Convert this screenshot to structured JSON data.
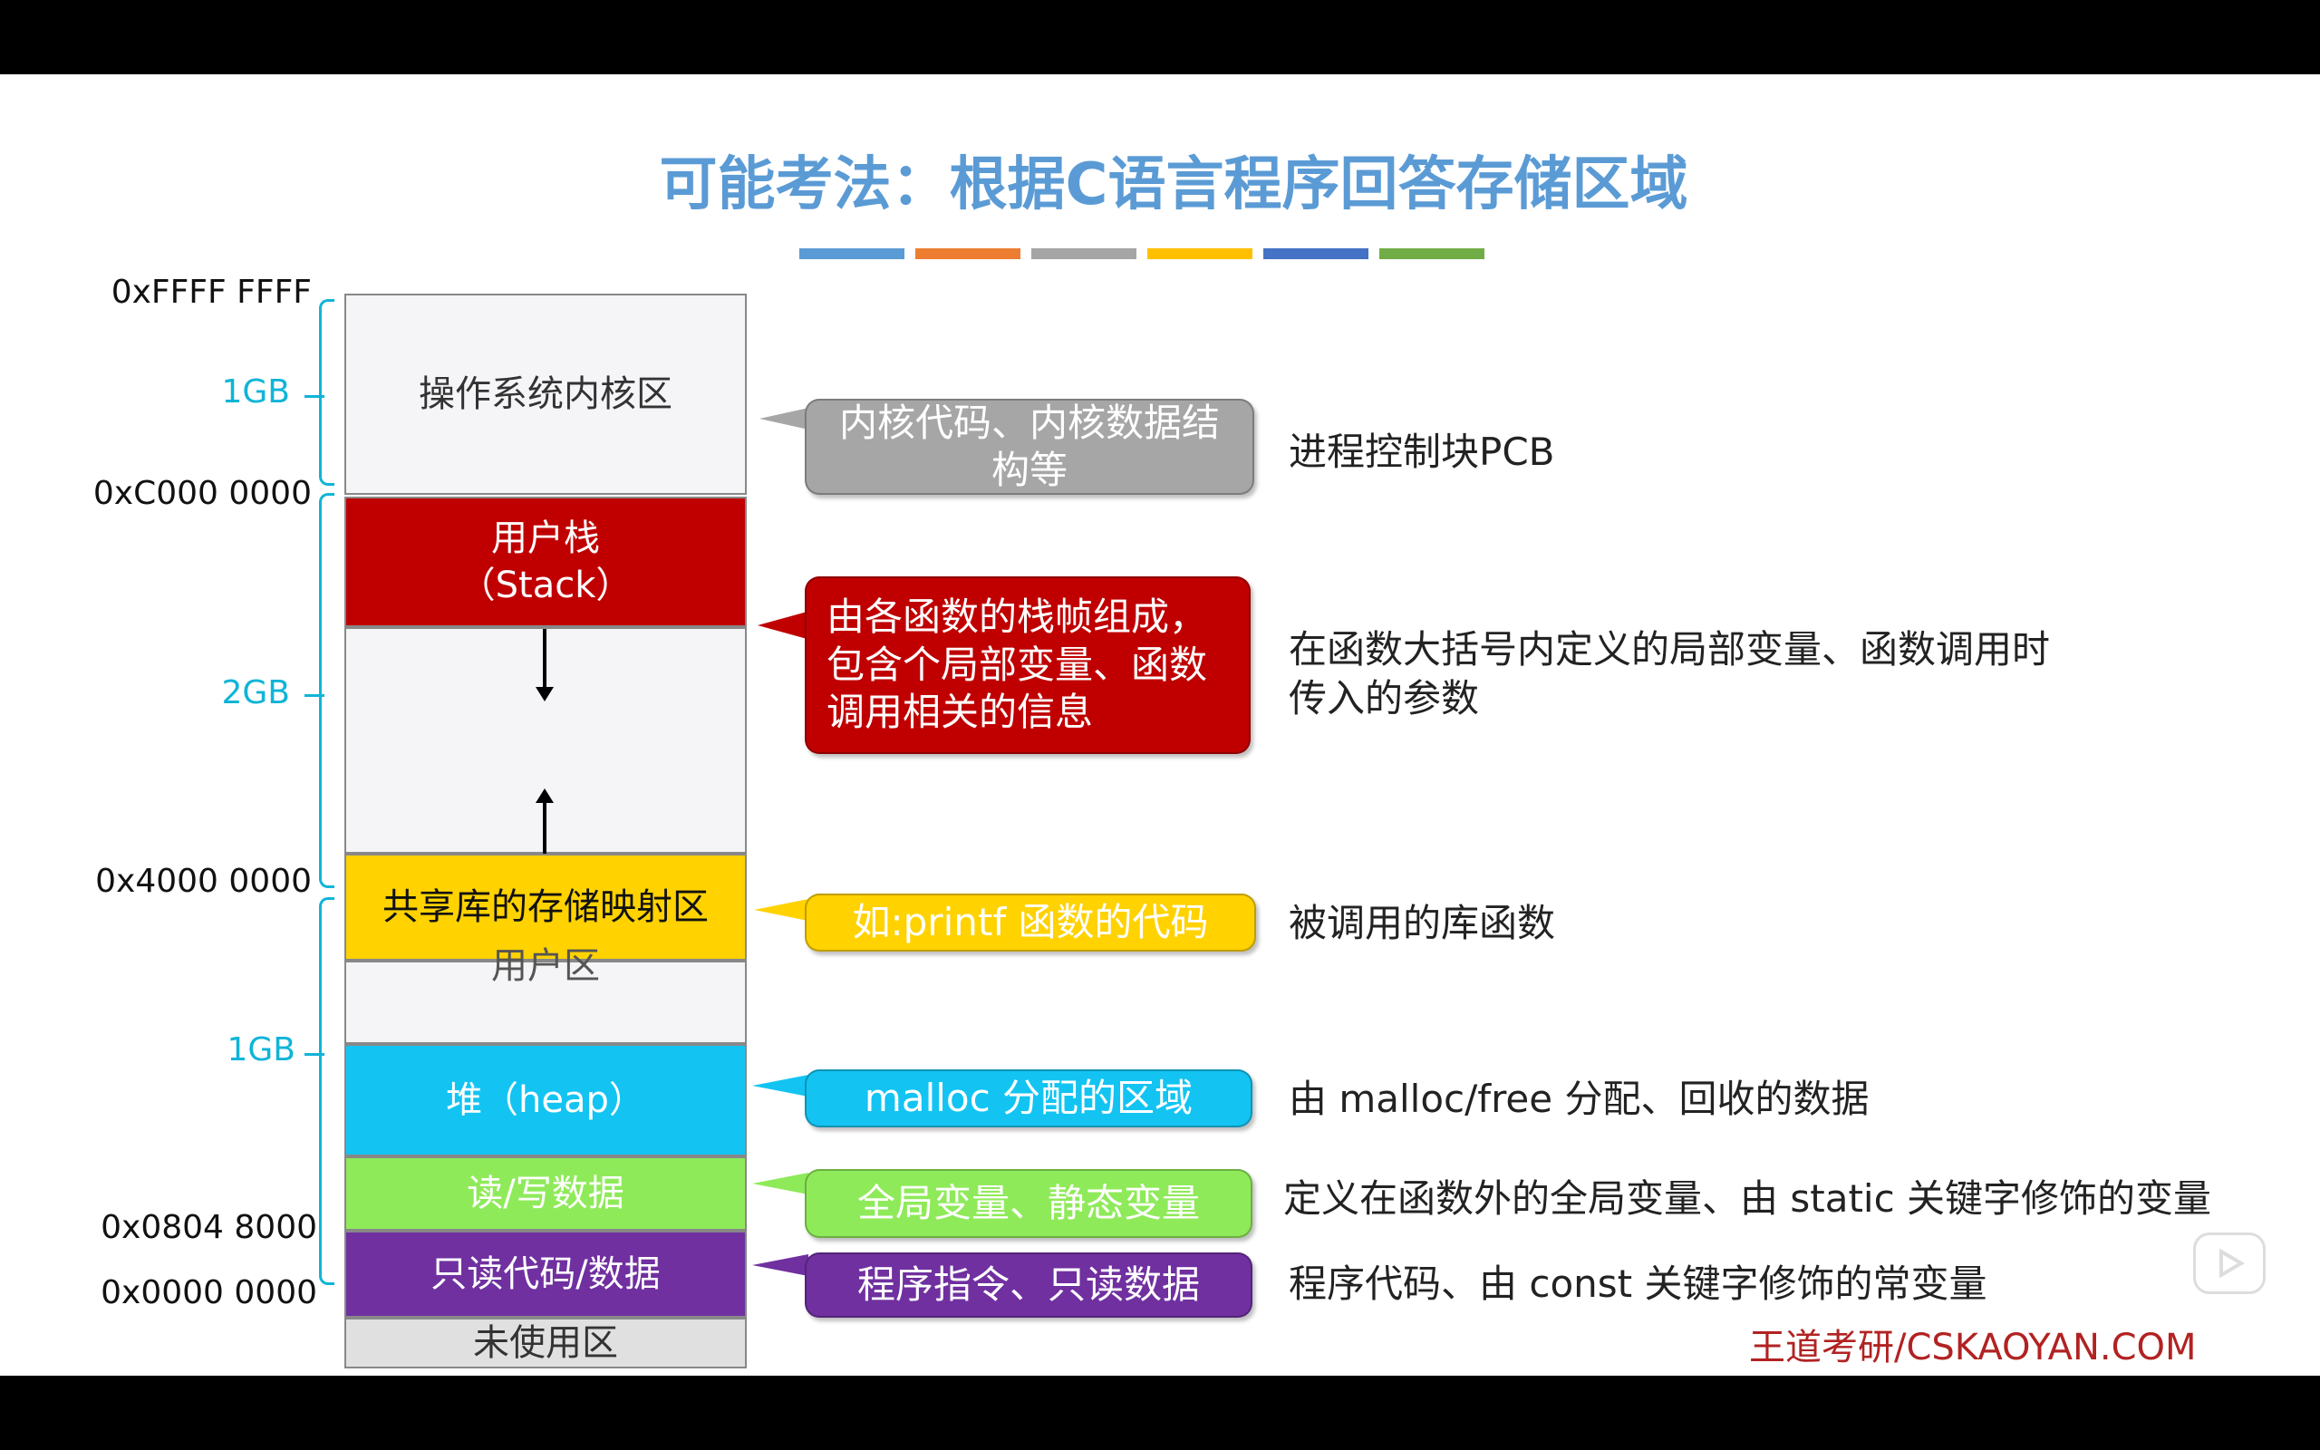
{
  "title": "可能考法：根据C语言程序回答存储区域",
  "accent_bars": [
    "#5b9bd5",
    "#ed7d31",
    "#a5a5a5",
    "#ffc000",
    "#4472c4",
    "#70ad47"
  ],
  "addresses": {
    "top": "0xFFFF FFFF",
    "kernel_base": "0xC000 0000",
    "shared_base": "0x4000 0000",
    "code_base": "0x0804 8000",
    "zero": "0x0000 0000"
  },
  "sizes": {
    "kernel": "1GB",
    "middle": "2GB",
    "lower": "1GB"
  },
  "segments": {
    "kernel": "操作系统内核区",
    "stack_line1": "用户栈",
    "stack_line2": "（Stack）",
    "shared": "共享库的存储映射区",
    "user_area": "用户区",
    "heap": "堆（heap）",
    "rw_data": "读/写数据",
    "ro_code": "只读代码/数据",
    "unused": "未使用区"
  },
  "callouts": {
    "kernel": "内核代码、内核数据结构等",
    "stack": "由各函数的栈帧组成，包含个局部变量、函数调用相关的信息",
    "shared": "如:printf 函数的代码",
    "heap": "malloc 分配的区域",
    "rw_data": "全局变量、静态变量",
    "ro_code": "程序指令、只读数据"
  },
  "descriptions": {
    "kernel": "进程控制块PCB",
    "stack_line1": "在函数大括号内定义的局部变量、函数调用时",
    "stack_line2": "传入的参数",
    "shared": "被调用的库函数",
    "heap": "由 malloc/free 分配、回收的数据",
    "rw_data": "定义在函数外的全局变量、由 static 关键字修饰的变量",
    "ro_code": "程序代码、由 const 关键字修饰的常变量"
  },
  "watermark": "王道考研/CSKAOYAN.COM",
  "colors": {
    "kernel_fill": "#f5f4f7",
    "stack_fill": "#c00000",
    "shared_fill": "#ffd200",
    "heap_fill": "#13c4f2",
    "rw_fill": "#8fea5a",
    "ro_fill": "#7030a0",
    "callout_gray": "#a6a6a6",
    "size_color": "#10b4d8"
  }
}
